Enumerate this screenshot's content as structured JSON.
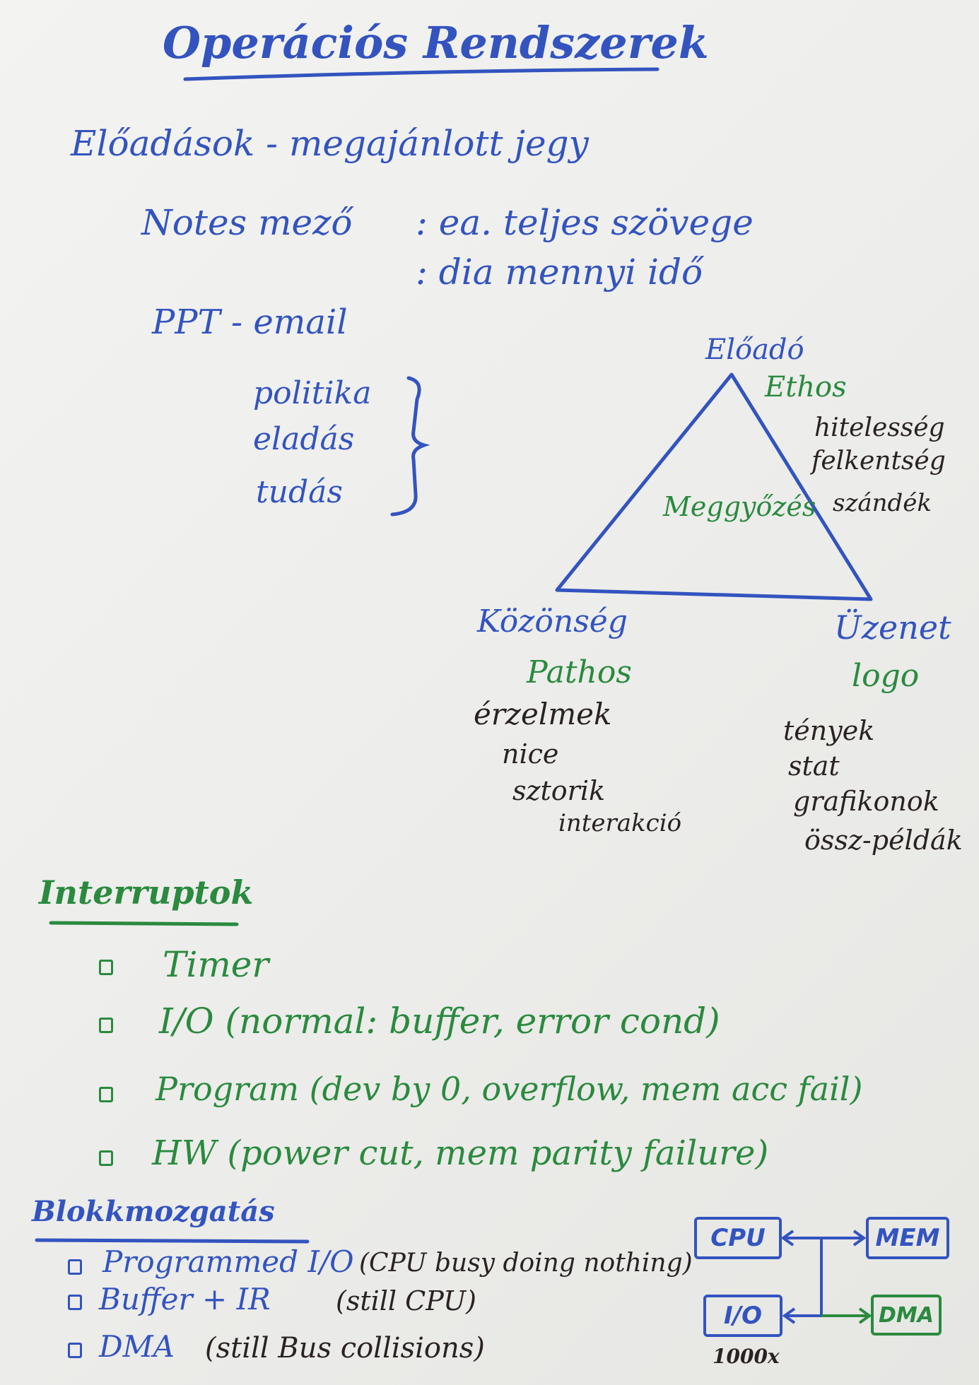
{
  "title": "Operációs Rendszerek",
  "intro": {
    "lectures": "Előadások - megajánlott jegy",
    "notes_label": "Notes mező",
    "notes_line1": ": ea. teljes szövege",
    "notes_line2": ": dia mennyi idő",
    "ppt": "PPT - email"
  },
  "bracket_items": [
    "politika",
    "eladás",
    "tudás"
  ],
  "triangle": {
    "top_label": "Előadó",
    "top_greek": "Ethos",
    "top_notes": [
      "hitelesség",
      "felkentség",
      "szándék"
    ],
    "center": "Meggyőzés",
    "left_label": "Közönség",
    "left_greek": "Pathos",
    "left_notes": [
      "érzelmek",
      "nice",
      "sztorik",
      "interakció"
    ],
    "right_label": "Üzenet",
    "right_greek": "logo",
    "right_notes": [
      "tények",
      "stat",
      "grafikonok",
      "össz-példák"
    ]
  },
  "interrupts": {
    "heading": "Interruptok",
    "items": [
      "Timer",
      "I/O (normal: buffer, error cond)",
      "Program (dev by 0, overflow, mem acc fail)",
      "HW (power cut, mem parity failure)"
    ]
  },
  "blocking": {
    "heading": "Blokkmozgatás",
    "items": [
      {
        "main": "Programmed I/O",
        "note": "(CPU busy doing nothing)"
      },
      {
        "main": "Buffer + IR",
        "note": "(still CPU)"
      },
      {
        "main": "DMA",
        "note": "(still Bus collisions)"
      }
    ]
  },
  "diagram": {
    "cpu": "CPU",
    "mem": "MEM",
    "io": "I/O",
    "dma": "DMA",
    "speed": "1000x"
  },
  "colors": {
    "blue_ink": "#3354bf",
    "green_ink": "#2a8a3e",
    "black_ink": "#2a2222",
    "paper": "#efefec"
  }
}
